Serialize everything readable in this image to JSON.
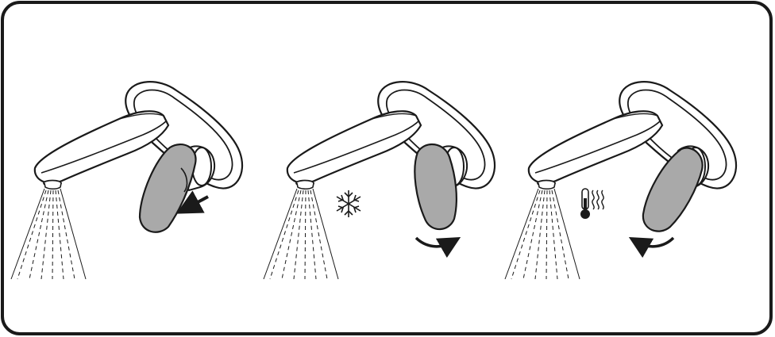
{
  "figure": {
    "panels": [
      {
        "id": "panel-1",
        "action": "pull-lever-open",
        "indicator": "arrow",
        "temperature": "none"
      },
      {
        "id": "panel-2",
        "action": "rotate-lever-cold",
        "indicator": "snowflake-icon",
        "temperature": "cold"
      },
      {
        "id": "panel-3",
        "action": "rotate-lever-hot",
        "indicator": "thermometer-heat-icon",
        "temperature": "hot"
      }
    ],
    "colors": {
      "line": "#1a1a1a",
      "handle_fill": "#a9a9a9",
      "background": "#ffffff"
    }
  }
}
